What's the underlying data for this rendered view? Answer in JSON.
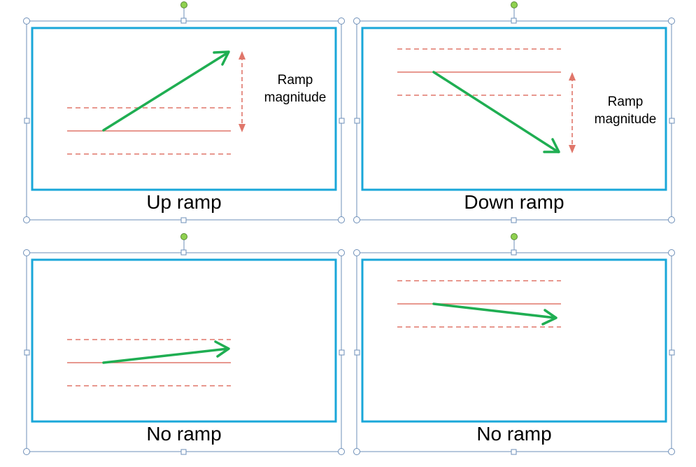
{
  "colors": {
    "frame": "#1aa7d9",
    "selection": "#6e8fb8",
    "handle_fill": "#ffffff",
    "rotate_handle": "#8fd14f",
    "baseline": "#e0766a",
    "arrow": "#1fae52"
  },
  "panels": [
    {
      "caption": "Up ramp",
      "annotation": "Ramp\nmagnitude"
    },
    {
      "caption": "Down ramp",
      "annotation": "Ramp\nmagnitude"
    },
    {
      "caption": "No ramp",
      "annotation": ""
    },
    {
      "caption": "No ramp",
      "annotation": ""
    }
  ]
}
